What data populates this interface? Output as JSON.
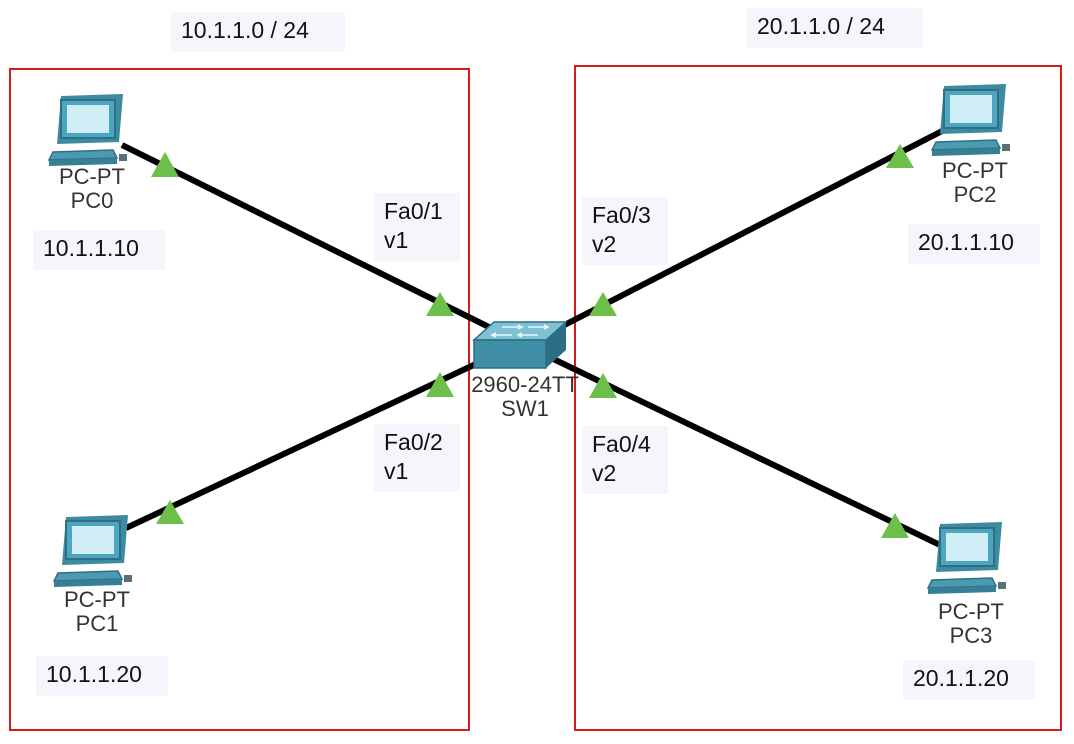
{
  "subnets": [
    {
      "network": "10.1.1.0 / 24"
    },
    {
      "network": "20.1.1.0 / 24"
    }
  ],
  "switch": {
    "model": "2960-24TT",
    "name": "SW1"
  },
  "pcs": [
    {
      "model": "PC-PT",
      "name": "PC0",
      "ip": "10.1.1.10"
    },
    {
      "model": "PC-PT",
      "name": "PC1",
      "ip": "10.1.1.20"
    },
    {
      "model": "PC-PT",
      "name": "PC2",
      "ip": "20.1.1.10"
    },
    {
      "model": "PC-PT",
      "name": "PC3",
      "ip": "20.1.1.20"
    }
  ],
  "ports": [
    {
      "interface": "Fa0/1",
      "vlan": "v1"
    },
    {
      "interface": "Fa0/2",
      "vlan": "v1"
    },
    {
      "interface": "Fa0/3",
      "vlan": "v2"
    },
    {
      "interface": "Fa0/4",
      "vlan": "v2"
    }
  ],
  "colors": {
    "zone_border": "#d01c1c",
    "link": "#000000",
    "link_status_up": "#6cc04a",
    "note_bg": "#f4f6fb",
    "device_body": "#4a9bb2"
  }
}
